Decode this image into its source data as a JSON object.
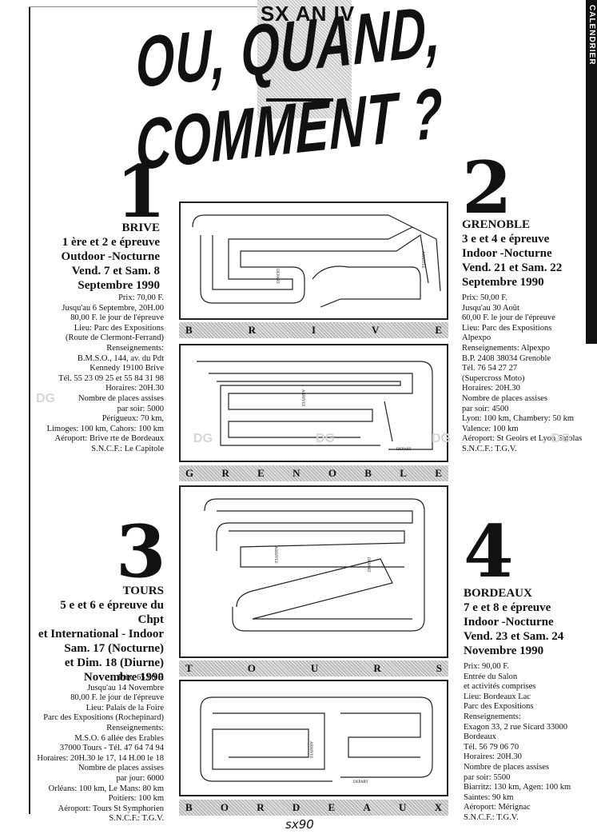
{
  "header": {
    "kicker": "SX AN IV",
    "headline": "OU, QUAND, COMMENT ?"
  },
  "sidebar_text": "CALENDRIER",
  "events": [
    {
      "number": "1",
      "city": "BRIVE",
      "round": "1 ère et 2 e épreuve",
      "type": "Outdoor -Nocturne",
      "dates": "Vend. 7 et Sam. 8",
      "month": "Septembre 1990",
      "info": [
        "Prix: 70,00 F.",
        "Jusqu'au 6 Septembre, 20H.00",
        "80,00 F. le jour de l'épreuve",
        "Lieu: Parc des Expositions",
        "(Route de Clermont-Ferrand)",
        "Renseignements:",
        "B.M.S.O., 144, av. du Pdt",
        "Kennedy 19100 Brive",
        "Tél. 55 23 09 25 et 55 84 31 98",
        "Horaires: 20H.30",
        "Nombre de places assises",
        "par soir: 5000",
        "Périgueux: 70 km,",
        "Limoges: 100 km, Cahors: 100 km",
        "Aéroport: Brive rte de Bordeaux",
        "S.N.C.F.: Le Capitole"
      ]
    },
    {
      "number": "2",
      "city": "GRENOBLE",
      "round": "3 e et 4 e épreuve",
      "type": "Indoor -Nocturne",
      "dates": "Vend. 21 et Sam. 22",
      "month": "Septembre 1990",
      "info": [
        "Prix: 50,00 F.",
        "Jusqu'au 30 Août",
        "60,00 F. le jour de l'épreuve",
        "Lieu: Parc des Expositions",
        "Alpexpo",
        "Renseignements: Alpexpo",
        "B.P. 2408 38034 Grenoble",
        "Tél. 76 54 27 27",
        "(Supercross Moto)",
        "Horaires: 20H.30",
        "Nombre de places assises",
        "par soir: 4500",
        "Lyon: 100 km, Chambery: 50 km",
        "Valence: 100 km",
        "Aéroport: St Geoirs et Lyon Satolas",
        "S.N.C.F.: T.G.V."
      ]
    },
    {
      "number": "3",
      "city": "TOURS",
      "round": "5 e et 6 e épreuve du Chpt",
      "type": "et International - Indoor",
      "dates": "Sam. 17 (Nocturne)",
      "dates2": "et Dim. 18 (Diurne)",
      "month": "Novembre 1990",
      "info": [
        "Prix: 65,00 F.",
        "Jusqu'au 14 Novembre",
        "80,00 F. le jour de l'épreuve",
        "Lieu: Palais de la Foire",
        "Parc des Expositions (Rochepinard)",
        "Renseignements:",
        "M.S.O. 6 allée des Erables",
        "37000 Tours - Tél. 47 64 74 94",
        "Horaires: 20H.30 le 17, 14 H.00 le 18",
        "Nombre de places assises",
        "par jour: 6000",
        "Orléans: 100 km, Le Mans: 80 km",
        "Poitiers: 100 km",
        "Aéroport: Tours St Symphorien",
        "S.N.C.F.: T.G.V."
      ]
    },
    {
      "number": "4",
      "city": "BORDEAUX",
      "round": "7 e et 8 e épreuve",
      "type": "Indoor -Nocturne",
      "dates": "Vend. 23 et Sam. 24",
      "month": "Novembre 1990",
      "info": [
        "Prix: 90,00 F.",
        "Entrée du Salon",
        "et activités comprises",
        "Lieu: Bordeaux Lac",
        "Parc des Expositions",
        "Renseignements:",
        "Exagon 33, 2 rue Sicard 33000",
        "Bordeaux",
        "Tél. 56 79 06 70",
        "Horaires: 20H.30",
        "Nombre de places assises",
        "par soir: 5500",
        "Biarritz: 130 km, Agen: 100 km",
        "Saintes: 90 km",
        "Aéroport: Mérignac",
        "S.N.C.F.: T.G.V."
      ]
    }
  ],
  "track_labels": {
    "brive": [
      "B",
      "R",
      "I",
      "V",
      "E"
    ],
    "grenoble": [
      "G",
      "R",
      "E",
      "N",
      "O",
      "B",
      "L",
      "E"
    ],
    "tours": [
      "T",
      "O",
      "U",
      "R",
      "S"
    ],
    "bordeaux": [
      "B",
      "O",
      "R",
      "D",
      "E",
      "A",
      "U",
      "X"
    ]
  },
  "map_text": {
    "depart": "DEPART",
    "arrivee": "ARRIVEE"
  },
  "watermark": [
    "DG",
    "DG",
    "DG",
    "DG",
    "DG"
  ],
  "footer": "sx90"
}
